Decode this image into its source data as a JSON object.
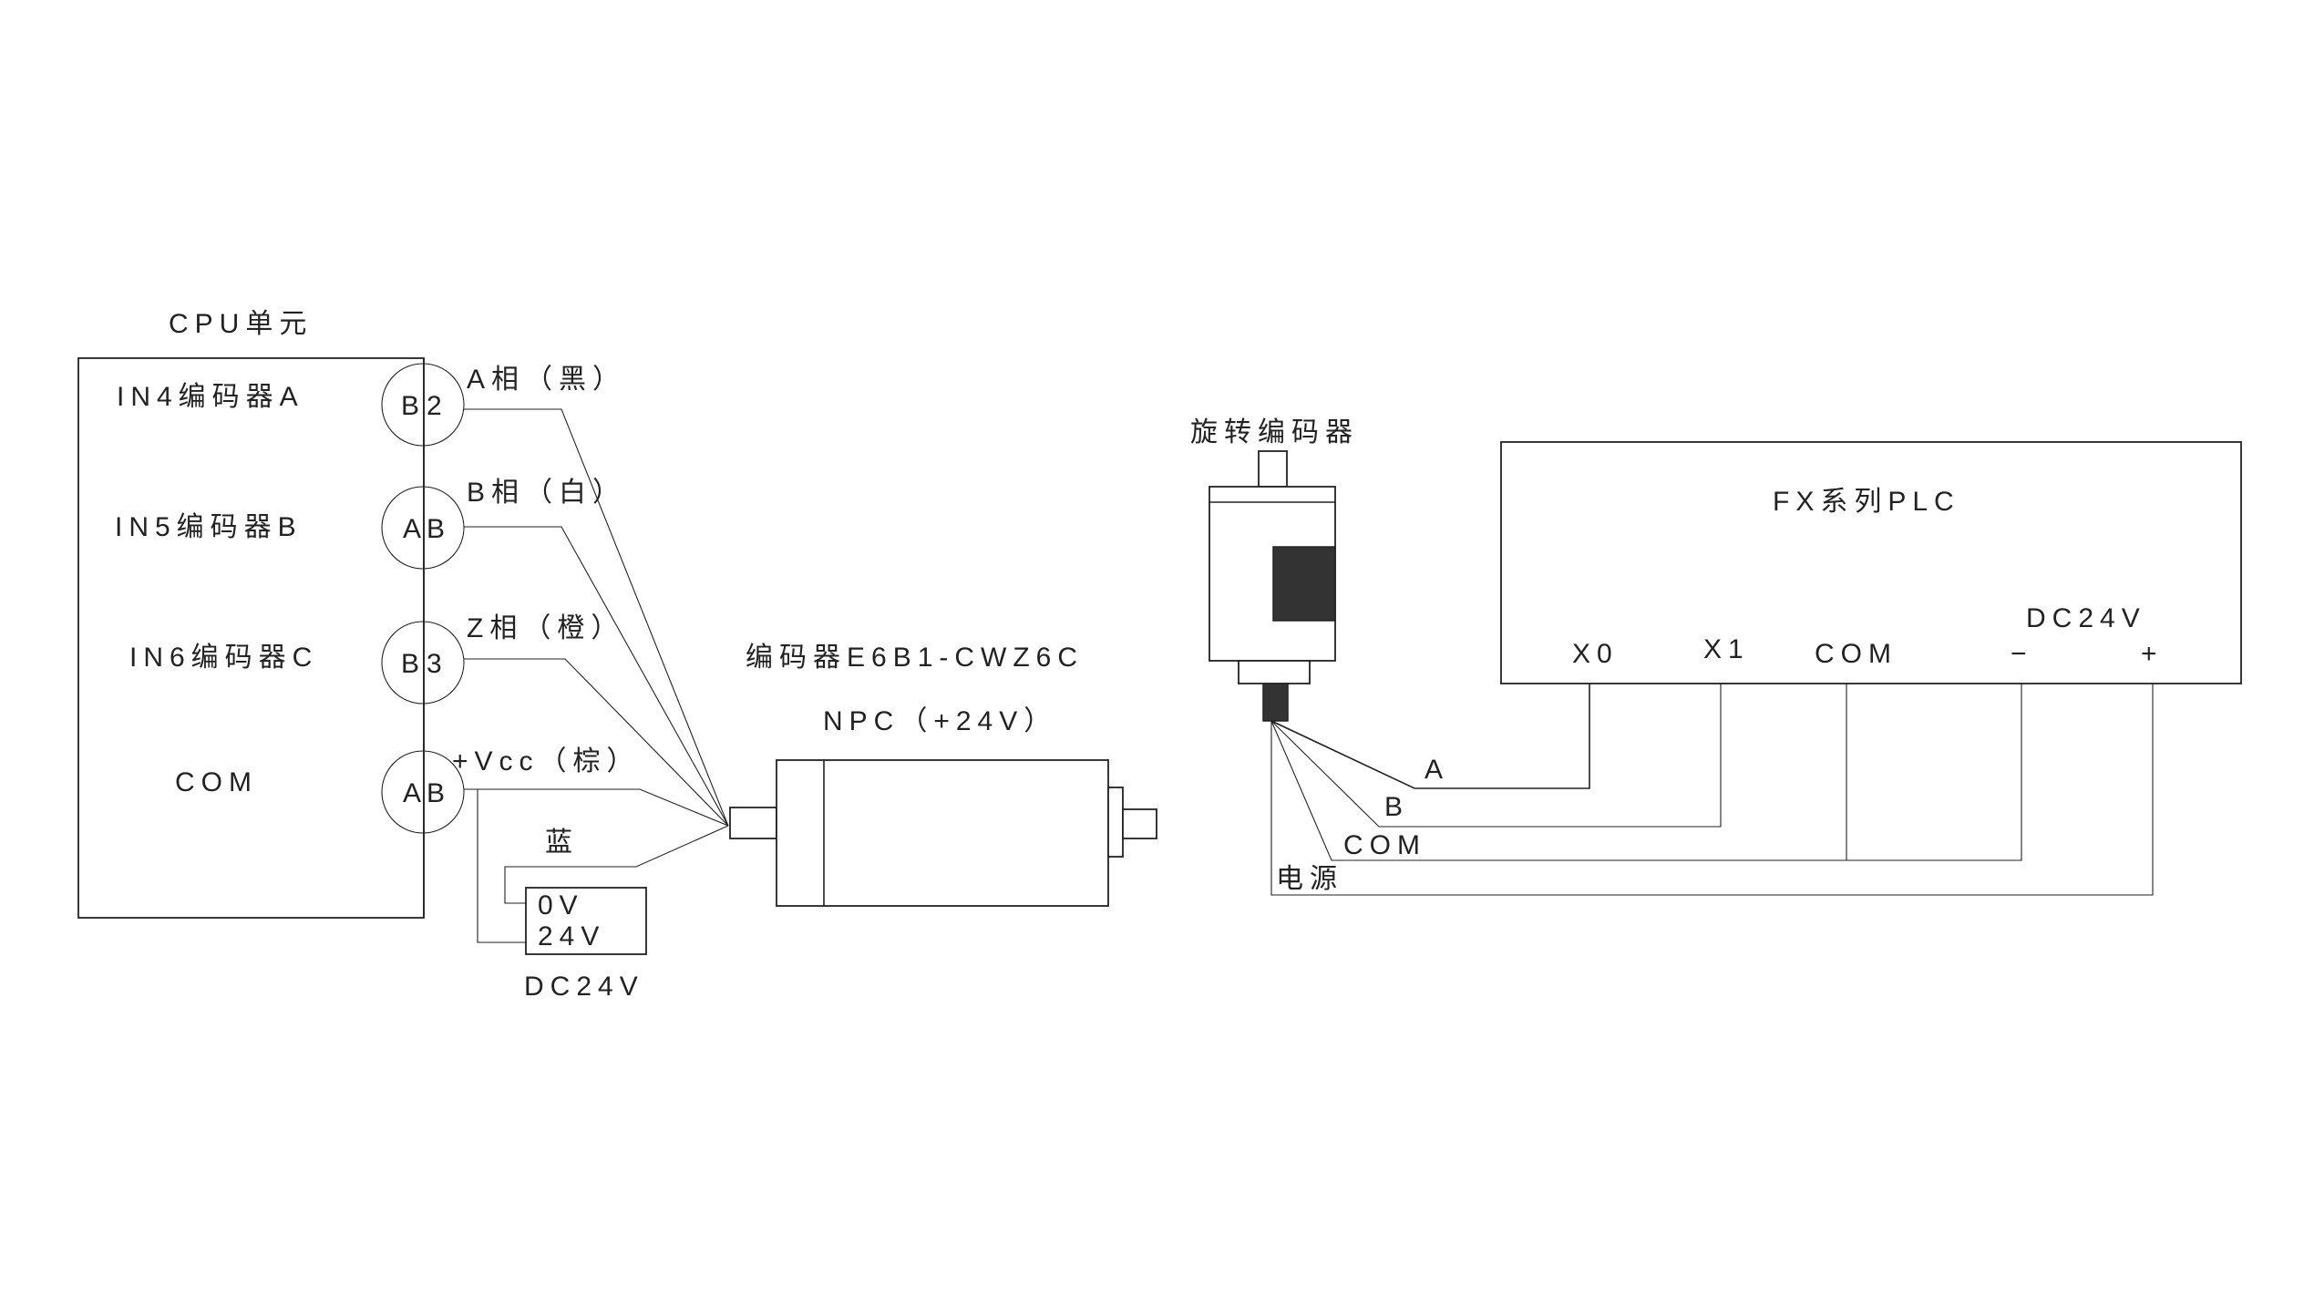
{
  "left": {
    "cpu_title": "CPU单元",
    "inputs": [
      "IN4编码器A",
      "IN5编码器B",
      "IN6编码器C",
      "COM"
    ],
    "terminals": [
      {
        "left": "B",
        "right": "2"
      },
      {
        "left": "A",
        "right": "B"
      },
      {
        "left": "B",
        "right": "3"
      },
      {
        "left": "A",
        "right": "B"
      }
    ],
    "wire_labels": [
      "A相（黑）",
      "B相（白）",
      "Z相（橙）",
      "+Vcc（棕）"
    ],
    "blue_label": "蓝",
    "supply": {
      "line1": "0V",
      "line2": "24V",
      "caption": "DC24V"
    },
    "encoder_model": "编码器E6B1-CWZ6C",
    "encoder_type": "NPC（+24V）"
  },
  "right": {
    "encoder_title": "旋转编码器",
    "plc_title": "FX系列PLC",
    "plc_terminals": [
      "X0",
      "X1",
      "COM",
      "−",
      "+"
    ],
    "plc_supply": "DC24V",
    "wire_labels": [
      "A",
      "B",
      "COM",
      "电源"
    ]
  }
}
